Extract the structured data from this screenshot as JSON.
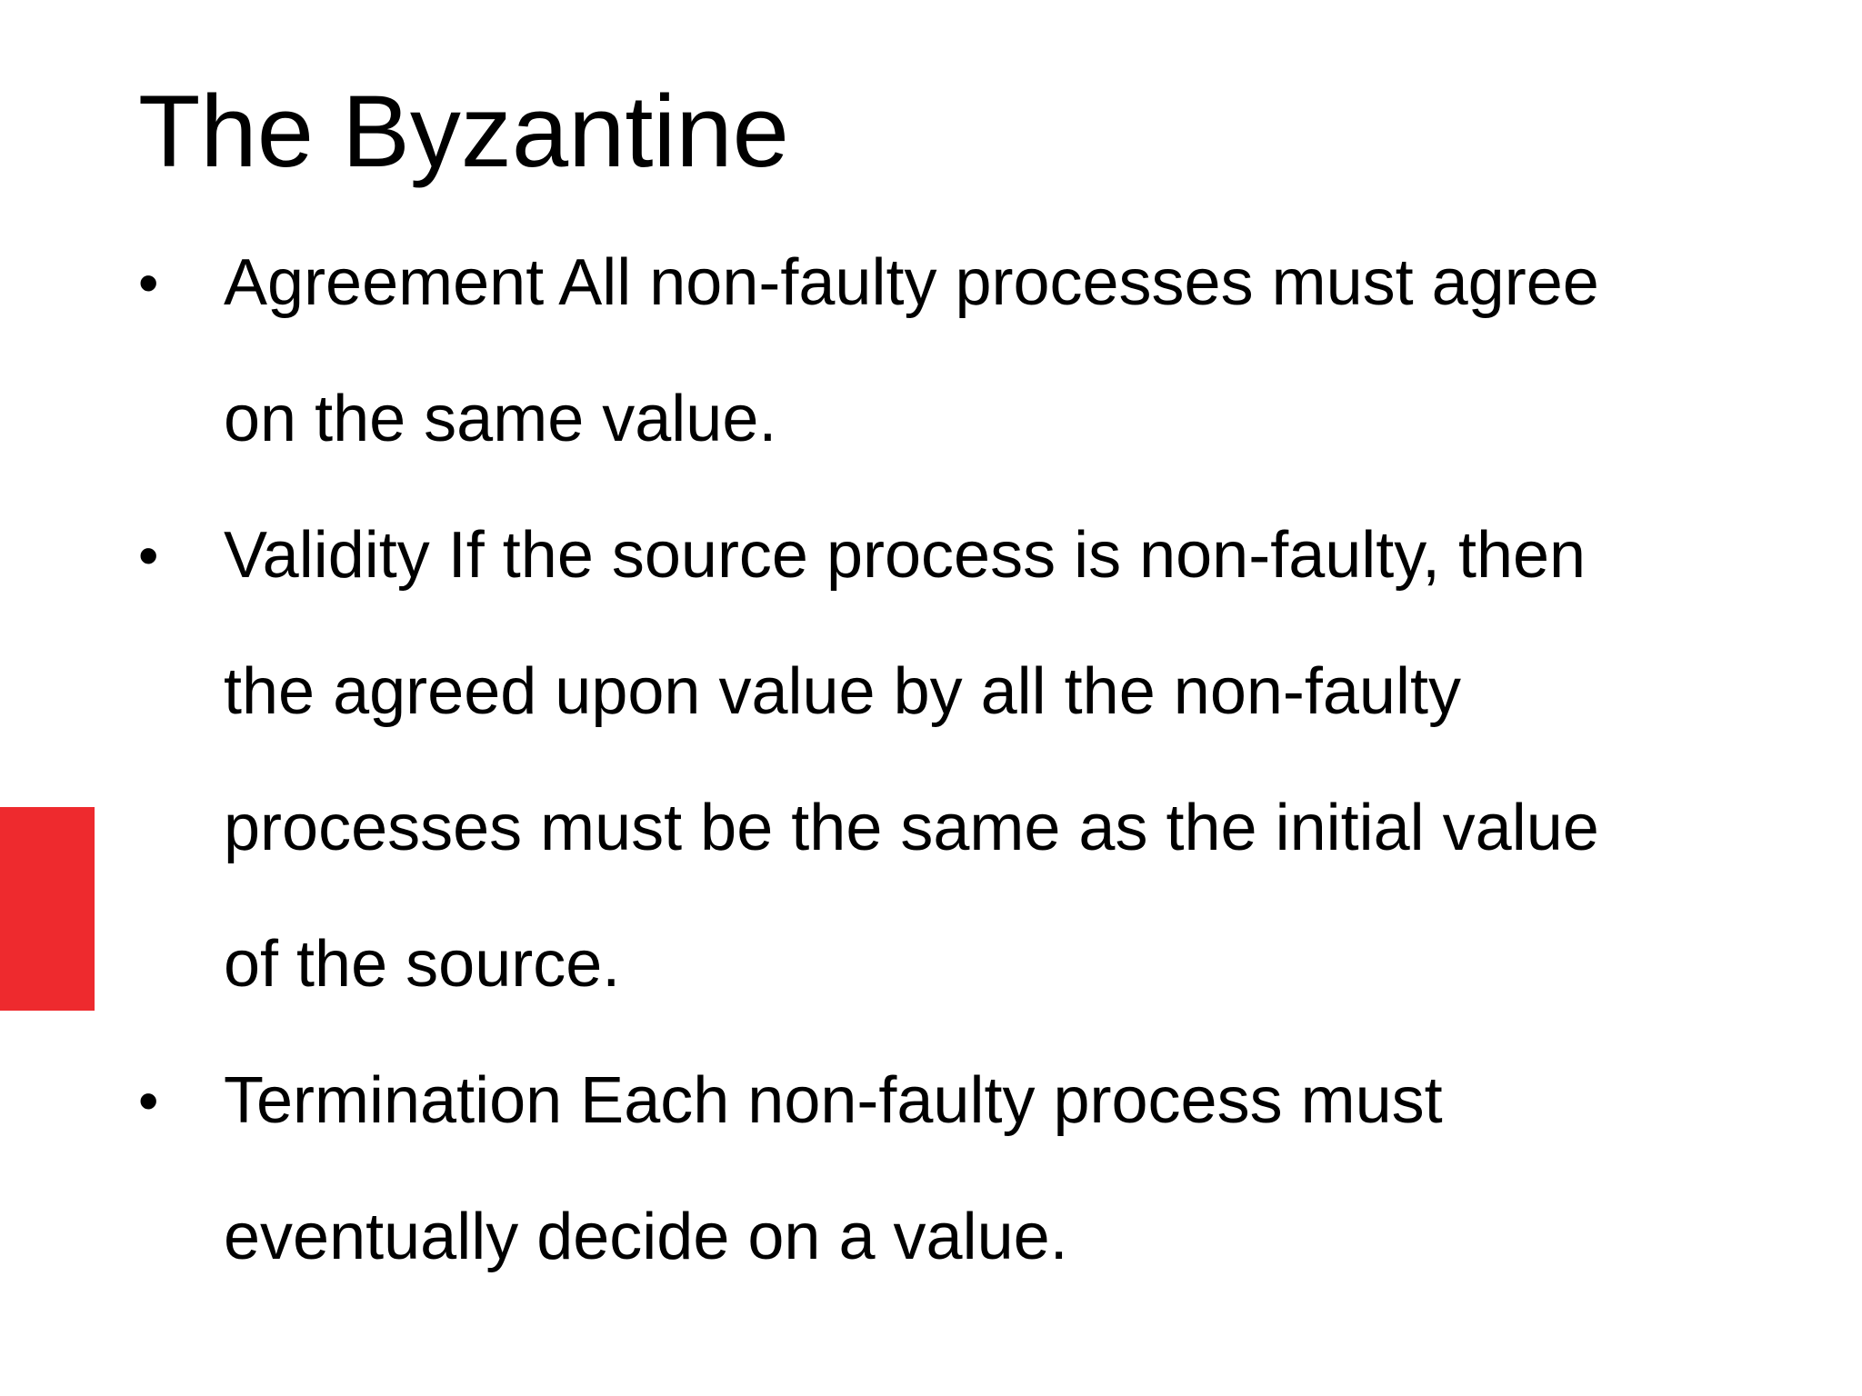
{
  "slide": {
    "title": "The Byzantine",
    "accent_color": "#ee2a2e",
    "bullet_symbol": "•",
    "bullets": [
      {
        "lines": [
          "Agreement All non-faulty processes must agree",
          "on the same value."
        ]
      },
      {
        "lines": [
          "Validity If the source process is non-faulty, then",
          "the agreed upon value by all the non-faulty",
          "processes must be the same as the initial value",
          "of the source."
        ]
      },
      {
        "lines": [
          "Termination Each non-faulty process must",
          "eventually decide on a value."
        ]
      }
    ]
  }
}
